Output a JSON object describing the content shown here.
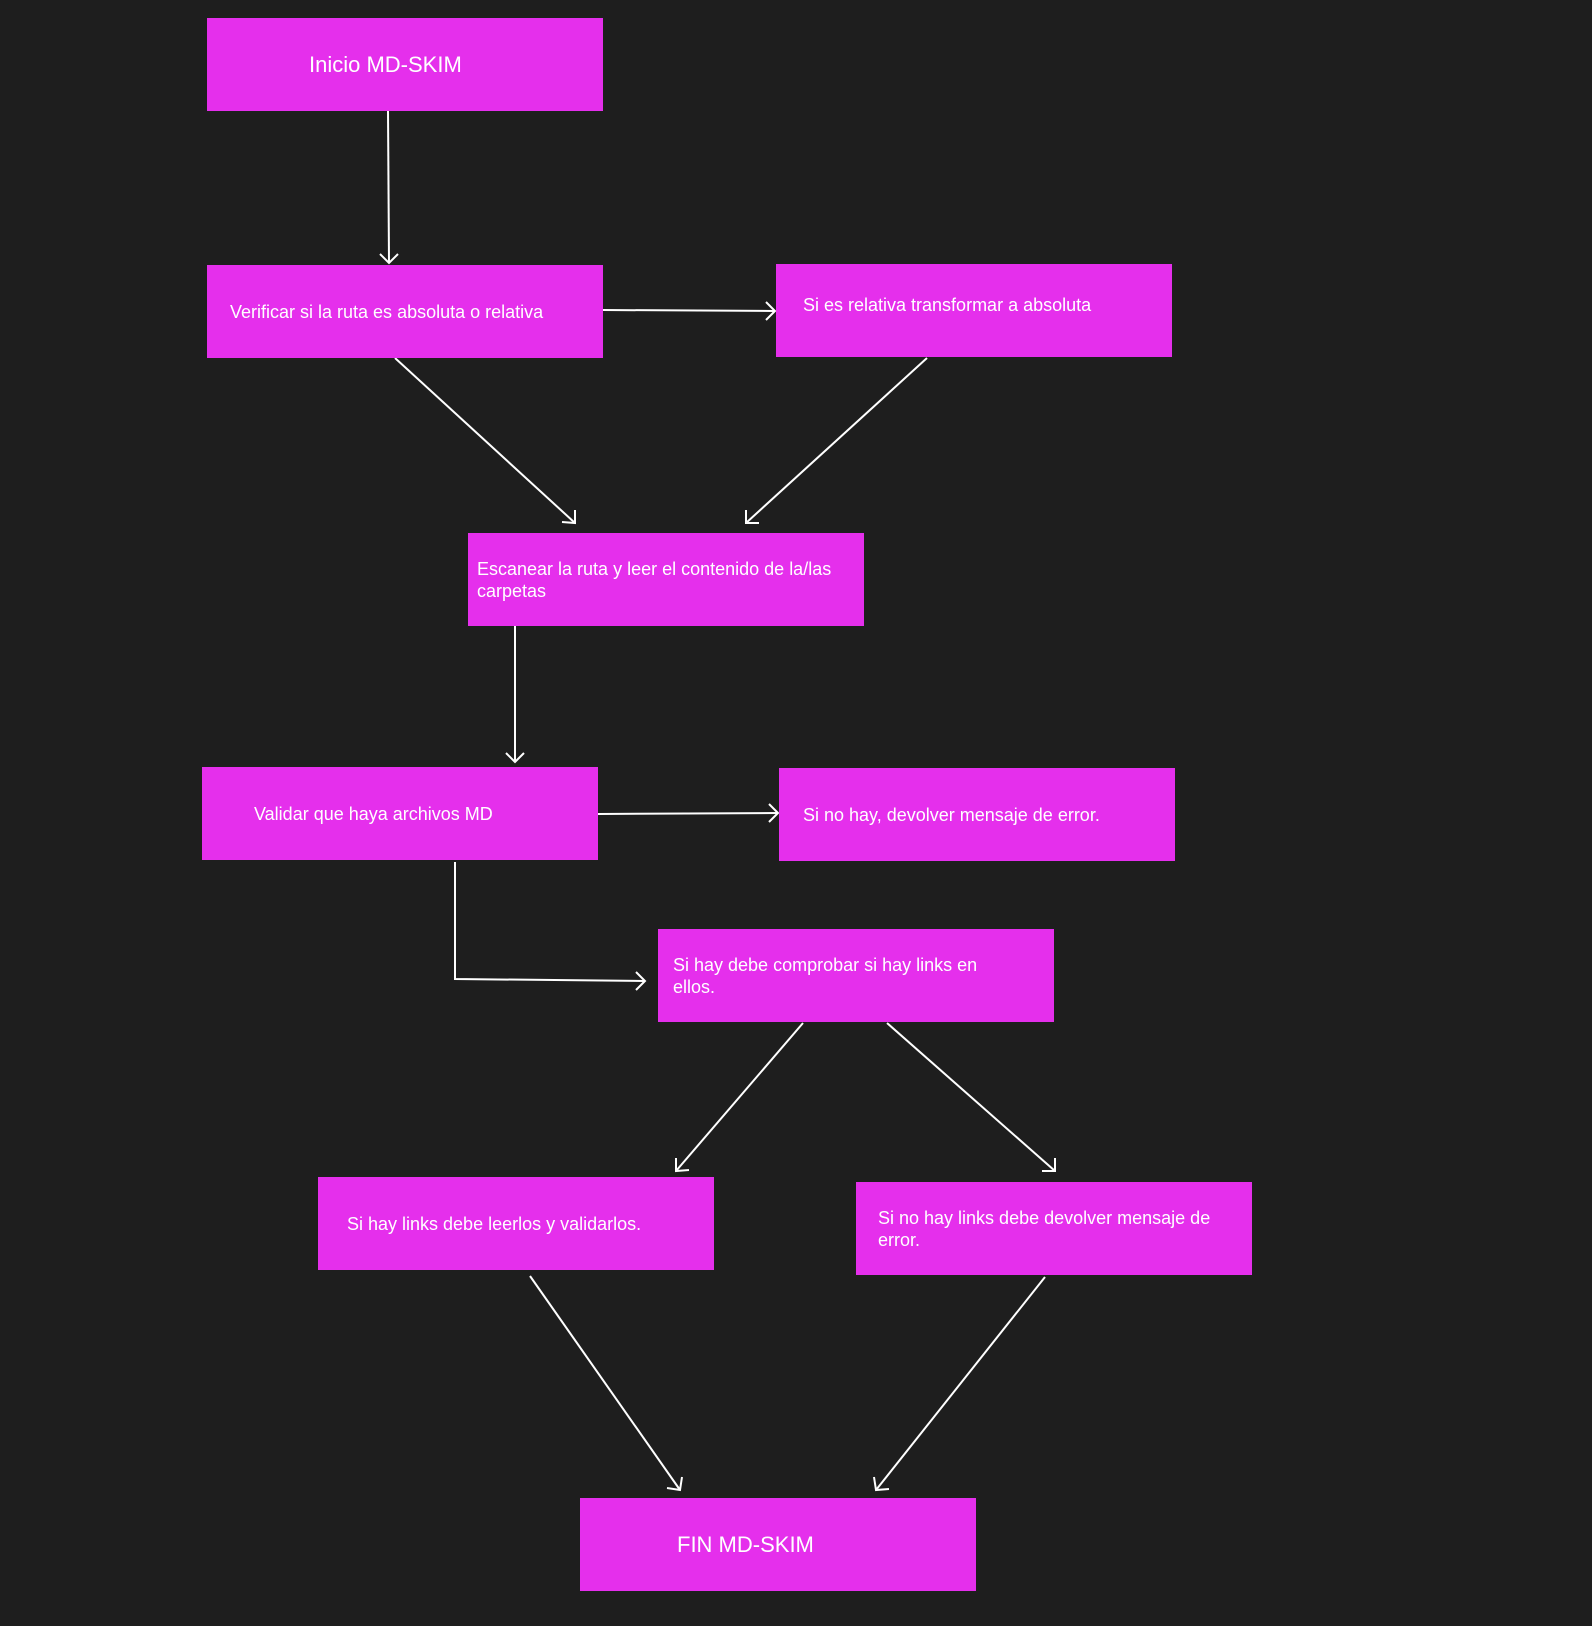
{
  "colors": {
    "background": "#1e1e1e",
    "node_fill": "#e52fec",
    "text": "#ffffff",
    "edge": "#ffffff"
  },
  "nodes": {
    "start": "Inicio MD-SKIM",
    "check_path": "Verificar si la ruta es absoluta o relativa",
    "to_absolute": "Si es relativa transformar a absoluta",
    "scan": "Escanear la ruta y leer el contenido de la/las carpetas",
    "validate_md": "Validar que haya archivos MD",
    "no_md_error": "Si no hay, devolver mensaje de error.",
    "check_links": "Si hay debe comprobar si hay links en ellos.",
    "read_links": "Si hay links debe leerlos y validarlos.",
    "no_links_error": "Si no hay links debe devolver mensaje de error.",
    "end": "FIN MD-SKIM"
  },
  "edges": [
    {
      "from": "start",
      "to": "check_path"
    },
    {
      "from": "check_path",
      "to": "to_absolute"
    },
    {
      "from": "check_path",
      "to": "scan"
    },
    {
      "from": "to_absolute",
      "to": "scan"
    },
    {
      "from": "scan",
      "to": "validate_md"
    },
    {
      "from": "validate_md",
      "to": "no_md_error"
    },
    {
      "from": "validate_md",
      "to": "check_links"
    },
    {
      "from": "check_links",
      "to": "read_links"
    },
    {
      "from": "check_links",
      "to": "no_links_error"
    },
    {
      "from": "read_links",
      "to": "end"
    },
    {
      "from": "no_links_error",
      "to": "end"
    }
  ]
}
